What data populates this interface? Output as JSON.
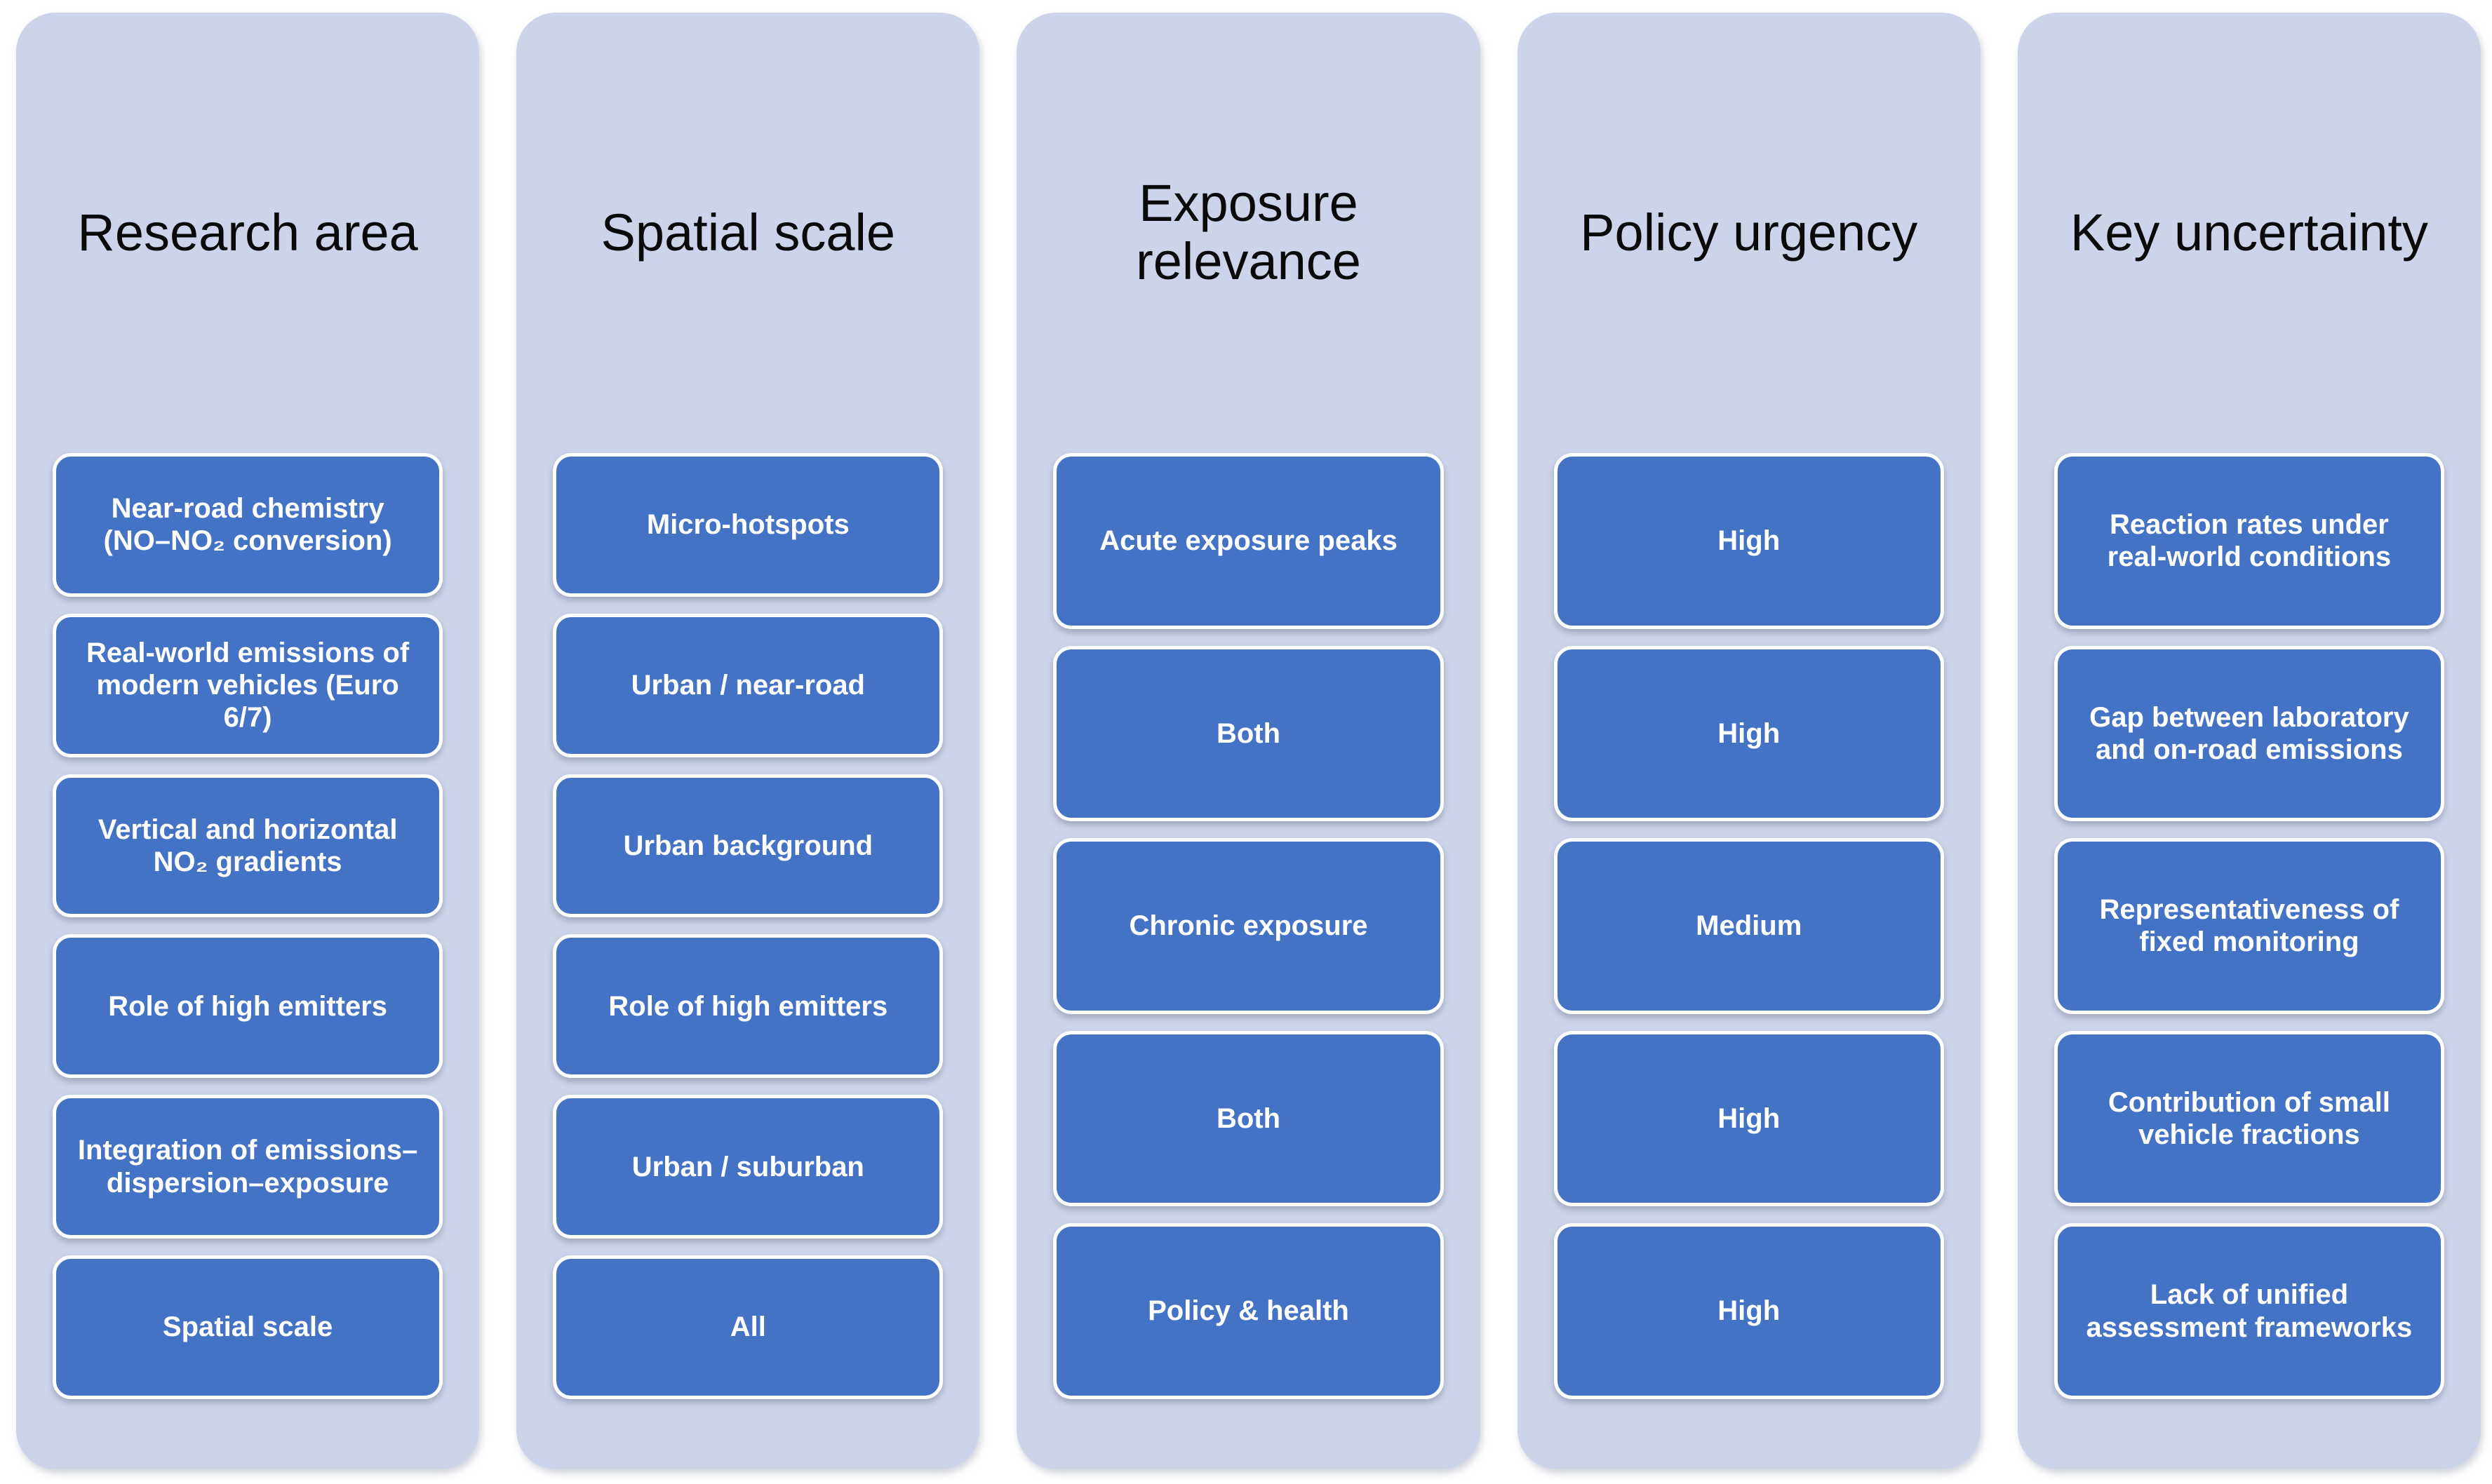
{
  "colors": {
    "page_background": "#ffffff",
    "column_background": "#cdd3e8",
    "box_fill": "#4472c4",
    "box_border": "#ffffff",
    "header_text": "#0a0a0a",
    "box_text": "#ffffff"
  },
  "columns": [
    {
      "header": "Research area",
      "items": [
        "Near-road chemistry (NO–NO₂ conversion)",
        "Real-world emissions of modern vehicles (Euro 6/7)",
        "Vertical and horizontal NO₂ gradients",
        "Role of high emitters",
        "Integration of emissions–dispersion–exposure",
        "Spatial scale"
      ]
    },
    {
      "header": "Spatial scale",
      "items": [
        "Micro-hotspots",
        "Urban / near-road",
        "Urban background",
        "Role of high emitters",
        "Urban / suburban",
        "All"
      ]
    },
    {
      "header": "Exposure relevance",
      "items": [
        "Acute exposure peaks",
        "Both",
        "Chronic exposure",
        "Both",
        "Policy & health"
      ]
    },
    {
      "header": "Policy urgency",
      "items": [
        "High",
        "High",
        "Medium",
        "High",
        "High"
      ]
    },
    {
      "header": "Key uncertainty",
      "items": [
        "Reaction rates under real-world conditions",
        "Gap between laboratory and on-road emissions",
        "Representativeness of fixed monitoring",
        "Contribution of small vehicle fractions",
        "Lack of unified assessment frameworks"
      ]
    }
  ]
}
